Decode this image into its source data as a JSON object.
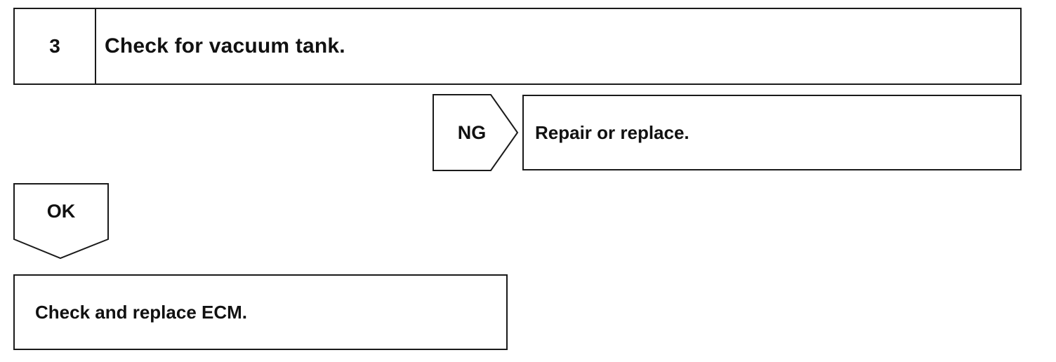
{
  "step": {
    "number": "3",
    "title": "Check for vacuum tank."
  },
  "ng_branch": {
    "label": "NG",
    "action": "Repair or replace."
  },
  "ok_branch": {
    "label": "OK"
  },
  "final_step": {
    "action": "Check and replace ECM."
  }
}
